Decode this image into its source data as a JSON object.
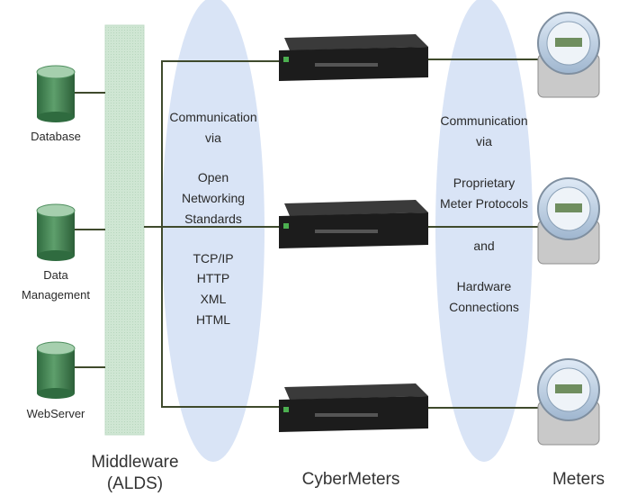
{
  "sources": [
    {
      "label": "Database"
    },
    {
      "label_lines": [
        "Data",
        "Management"
      ]
    },
    {
      "label": "WebServer"
    }
  ],
  "left_text": {
    "lines_top": [
      "Communication",
      "via"
    ],
    "lines_mid": [
      "Open",
      "Networking",
      "Standards"
    ],
    "protocols": [
      "TCP/IP",
      "HTTP",
      "XML",
      "HTML"
    ]
  },
  "right_text": {
    "lines_top": [
      "Communication",
      "via"
    ],
    "lines_mid": [
      "Proprietary",
      "Meter Protocols"
    ],
    "and": "and",
    "lines_bottom": [
      "Hardware",
      "Connections"
    ]
  },
  "captions": {
    "middleware": [
      "Middleware",
      "(ALDS)"
    ],
    "cybermeters": "CyberMeters",
    "meters": "Meters"
  },
  "colors": {
    "cylinder": "#4f8f5f",
    "cylinder_top": "#a6cfae",
    "middleware_bar": "#cfe6d3",
    "ellipse": "#d6e2f5",
    "device": "#1e1e1e",
    "line": "#3f4a2c"
  }
}
